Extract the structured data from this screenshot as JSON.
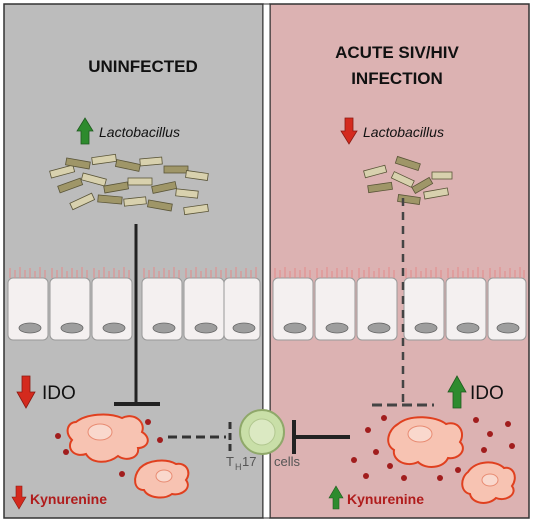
{
  "left_panel": {
    "title": "UNINFECTED",
    "bacteria_label": "Lactobacillus",
    "bacteria_trend": "up",
    "ido_label": "IDO",
    "ido_trend": "down",
    "kynurenine_label": "Kynurenine",
    "kynurenine_trend": "down"
  },
  "right_panel": {
    "title_line1": "ACUTE SIV/HIV",
    "title_line2": "INFECTION",
    "bacteria_label": "Lactobacillus",
    "bacteria_trend": "down",
    "ido_label": "IDO",
    "ido_trend": "up",
    "kynurenine_label": "Kynurenine",
    "kynurenine_trend": "up"
  },
  "center": {
    "cell_label_prefix": "T",
    "cell_label_sub": "H",
    "cell_label_num": "17",
    "cell_label_suffix": "cells"
  },
  "colors": {
    "left_bg": "#bcbcbc",
    "right_bg": "#dcb2b2",
    "up_arrow": "#2e8b2e",
    "down_arrow": "#d42a1e",
    "cell_fill": "#f7c3b2",
    "cell_stroke": "#e0401f",
    "kynurenine_dot": "#a11d1d",
    "th17_fill": "#c9dfa8",
    "rod_light": "#d8d1ae",
    "rod_dark": "#9f9668",
    "label_red": "#b01c1c"
  }
}
